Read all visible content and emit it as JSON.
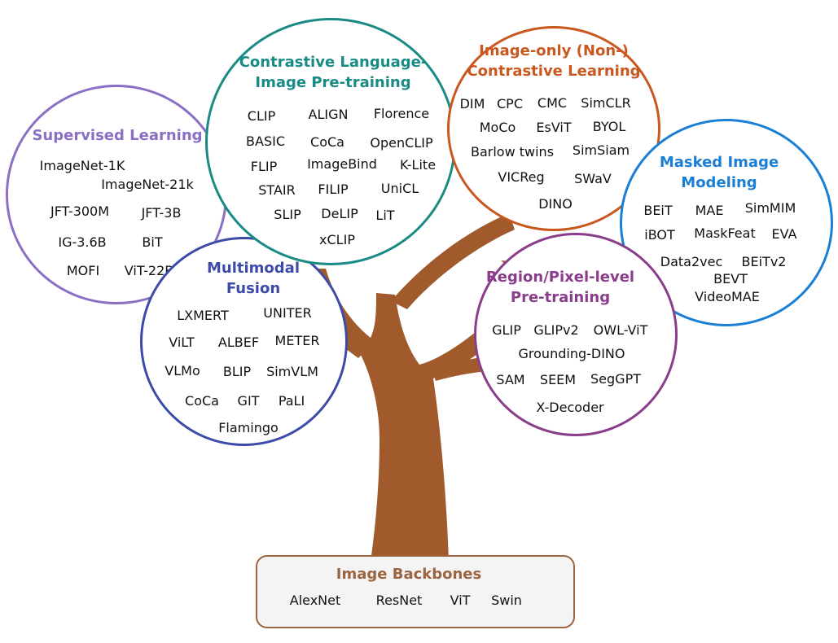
{
  "colors": {
    "trunk": "#a05a2c",
    "supervised": "#8b6fc4",
    "clip": "#1a8a85",
    "image_only": "#c9581f",
    "masked": "#1a7fd4",
    "multimodal": "#3d4ba8",
    "region": "#8a3d8a",
    "backbones": "#9a6540"
  },
  "groups": {
    "supervised": {
      "title": [
        "Supervised Learning"
      ],
      "items": [
        "ImageNet-1K",
        "ImageNet-21k",
        "JFT-300M",
        "JFT-3B",
        "IG-3.6B",
        "BiT",
        "MOFI",
        "ViT-22B"
      ]
    },
    "clip": {
      "title": [
        "Contrastive Language-",
        "Image Pre-training"
      ],
      "items": [
        "CLIP",
        "ALIGN",
        "Florence",
        "BASIC",
        "CoCa",
        "OpenCLIP",
        "FLIP",
        "ImageBind",
        "K-Lite",
        "STAIR",
        "FILIP",
        "UniCL",
        "SLIP",
        "DeLIP",
        "LiT",
        "xCLIP"
      ]
    },
    "image_only": {
      "title": [
        "Image-only (Non-)",
        "Contrastive Learning"
      ],
      "items": [
        "DIM",
        "CPC",
        "CMC",
        "SimCLR",
        "MoCo",
        "EsViT",
        "BYOL",
        "Barlow twins",
        "SimSiam",
        "VICReg",
        "SWaV",
        "DINO"
      ]
    },
    "masked": {
      "title": [
        "Masked Image",
        "Modeling"
      ],
      "items": [
        "BEiT",
        "MAE",
        "SimMIM",
        "iBOT",
        "MaskFeat",
        "EVA",
        "Data2vec",
        "BEiTv2",
        "BEVT",
        "VideoMAE"
      ]
    },
    "multimodal": {
      "title": [
        "Multimodal",
        "Fusion"
      ],
      "items": [
        "LXMERT",
        "UNITER",
        "ViLT",
        "ALBEF",
        "METER",
        "VLMo",
        "BLIP",
        "SimVLM",
        "CoCa",
        "GIT",
        "PaLI",
        "Flamingo"
      ]
    },
    "region": {
      "title": [
        "Region/Pixel-level",
        "Pre-training"
      ],
      "items": [
        "GLIP",
        "GLIPv2",
        "OWL-ViT",
        "Grounding-DINO",
        "SAM",
        "SEEM",
        "SegGPT",
        "X-Decoder"
      ]
    },
    "backbones": {
      "title": [
        "Image Backbones"
      ],
      "items": [
        "AlexNet",
        "ResNet",
        "ViT",
        "Swin"
      ]
    }
  }
}
